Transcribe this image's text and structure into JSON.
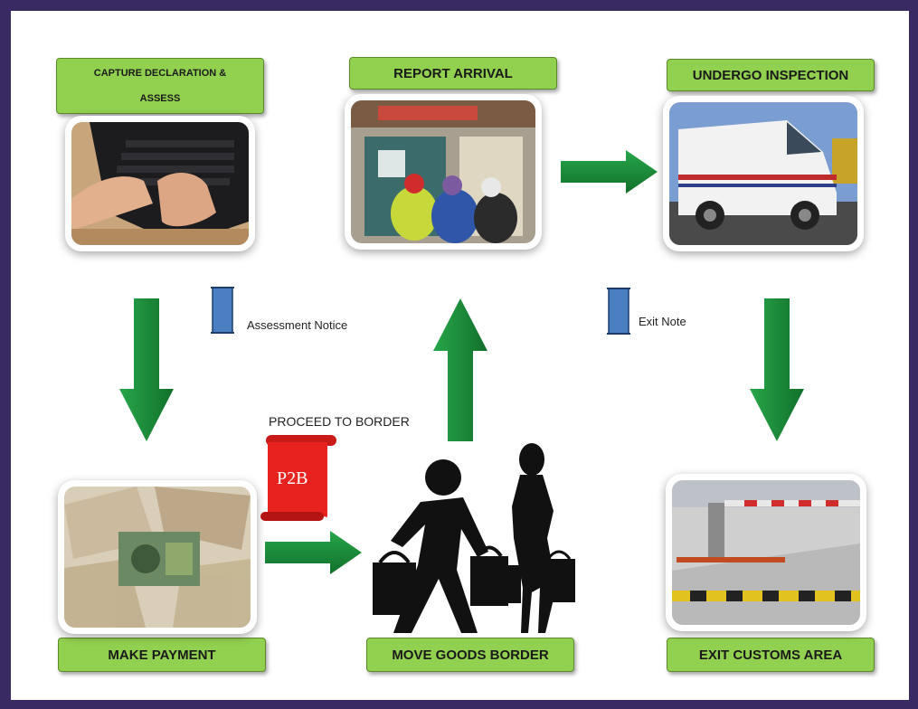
{
  "steps": {
    "capture": "CAPTURE DECLARATION & ASSESS",
    "report": "REPORT ARRIVAL",
    "inspect": "UNDERGO INSPECTION",
    "payment": "MAKE PAYMENT",
    "move": "MOVE GOODS BORDER",
    "exit": "EXIT CUSTOMS AREA"
  },
  "notes": {
    "assessment": "Assessment Notice",
    "exit_note": "Exit Note",
    "proceed": "PROCEED TO BORDER",
    "p2b": "P2B"
  },
  "colors": {
    "frame": "#3a2a63",
    "label_bg": "#92d050",
    "arrow": "#1e8a3a",
    "document": "#4a7fc1",
    "p2b": "#e8231f"
  }
}
